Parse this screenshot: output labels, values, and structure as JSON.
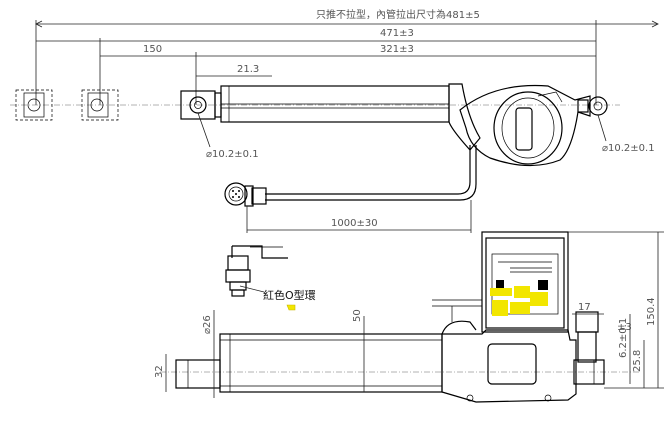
{
  "notes": {
    "stroke_note": "只推不拉型，內管拉出尺寸為481±5",
    "oring_label": "紅色O型環"
  },
  "dimensions": {
    "total_length": "471±3",
    "retracted_length": "321±3",
    "stroke": "150",
    "rear_offset": "21.3",
    "rear_hole": "⌀10.2±0.1",
    "front_hole": "⌀10.2±0.1",
    "cable_length": "1000±30",
    "rod_diameter": "⌀26",
    "tube_height": "50",
    "base_height": "32",
    "clevis_width": "17",
    "slot": "6.2±0.1",
    "hole_offset": "25.8",
    "overall_height": "150.4",
    "pm": "±3"
  },
  "colors": {
    "line": "#000000",
    "dim_text": "#555555",
    "sticker": "#f2e600"
  }
}
